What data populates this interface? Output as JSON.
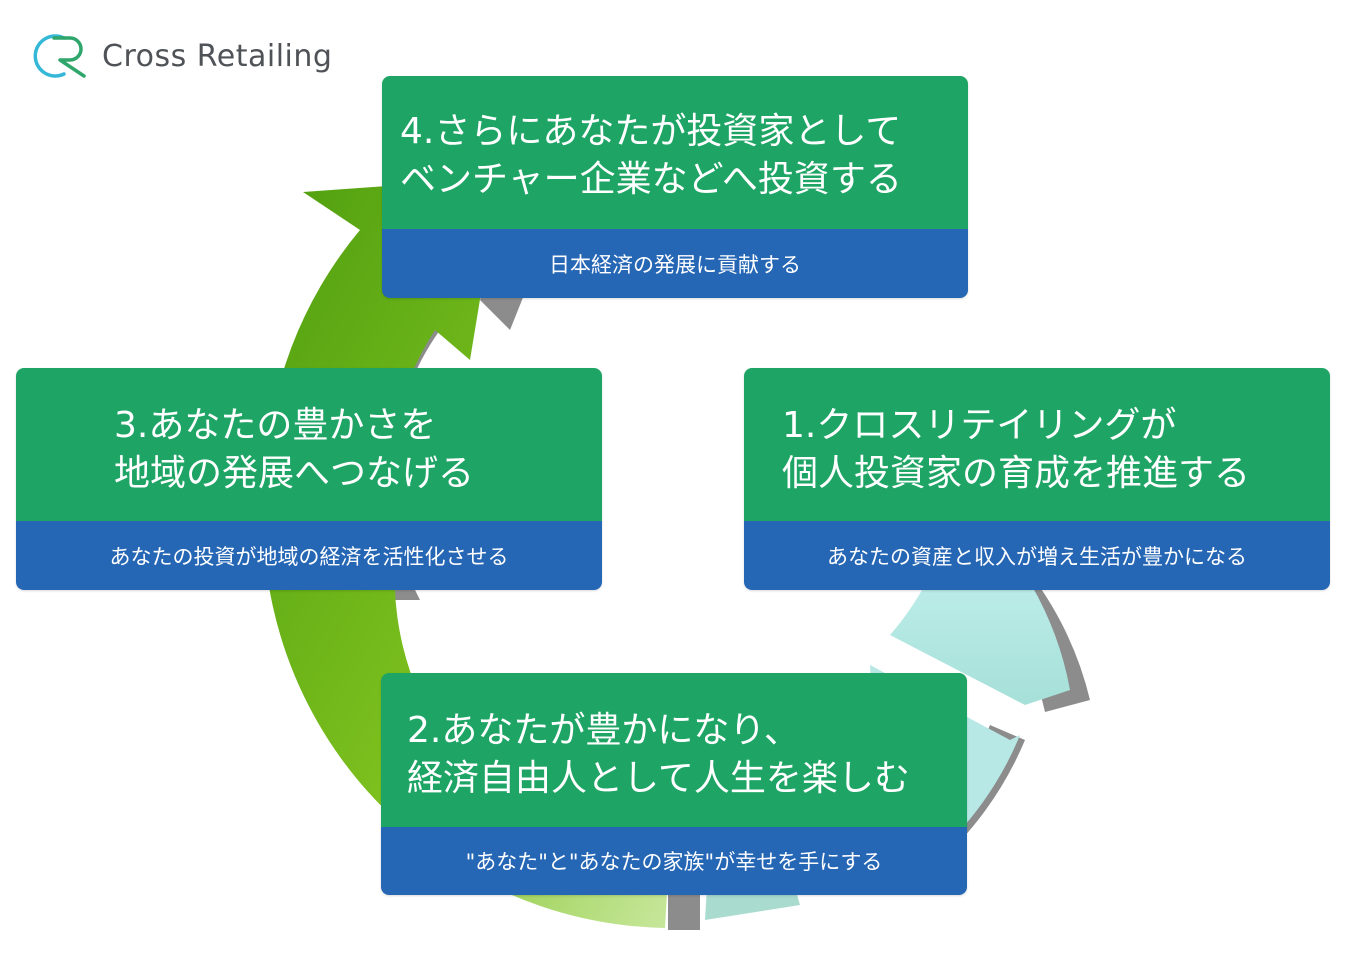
{
  "brand": {
    "name": "Cross Retailing",
    "colors": {
      "card_title_bg": "#1ea565",
      "card_subtitle_bg": "#2566b5",
      "arrow_green": "#5aa514",
      "arrow_light_green": "#b3de7c",
      "arrow_light_blue": "#bdeceb",
      "ring_gray": "#8c8c8c"
    }
  },
  "cycle": {
    "steps": [
      {
        "title_line1": "1.クロスリテイリングが",
        "title_line2": "個人投資家の育成を推進する",
        "subtitle": "あなたの資産と収入が増え生活が豊かになる"
      },
      {
        "title_line1": "2.あなたが豊かになり、",
        "title_line2": "経済自由人として人生を楽しむ",
        "subtitle": "\"あなた\"と\"あなたの家族\"が幸せを手にする"
      },
      {
        "title_line1": "3.あなたの豊かさを",
        "title_line2": "地域の発展へつなげる",
        "subtitle": "あなたの投資が地域の経済を活性化させる"
      },
      {
        "title_line1": "4.さらにあなたが投資家として",
        "title_line2": "ベンチャー企業などへ投資する",
        "subtitle": "日本経済の発展に貢献する"
      }
    ]
  }
}
